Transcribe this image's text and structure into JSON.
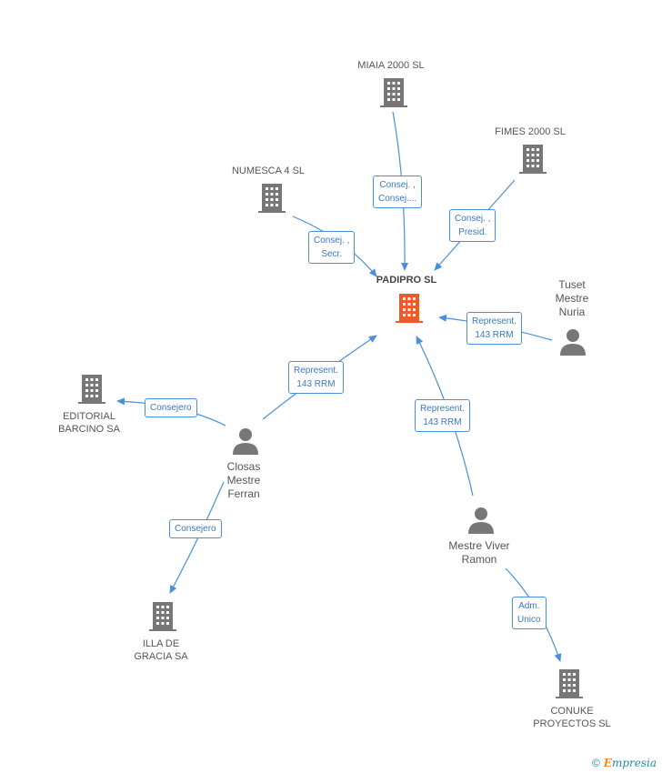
{
  "nodes": {
    "padipro": {
      "label": "PADIPRO SL",
      "type": "company",
      "color": "#f05a28"
    },
    "miaia": {
      "label": "MIAIA 2000 SL",
      "type": "company"
    },
    "fimes": {
      "label": "FIMES 2000 SL",
      "type": "company"
    },
    "numesca": {
      "label": "NUMESCA 4  SL",
      "type": "company"
    },
    "tuset": {
      "label": "Tuset\nMestre\nNuria",
      "type": "person"
    },
    "editorial": {
      "label": "EDITORIAL\nBARCINO SA",
      "type": "company"
    },
    "closas": {
      "label": "Closas\nMestre\nFerran",
      "type": "person"
    },
    "illa": {
      "label": "ILLA DE\nGRACIA SA",
      "type": "company"
    },
    "viver": {
      "label": "Mestre Viver\nRamon",
      "type": "person"
    },
    "conuke": {
      "label": "CONUKE\nPROYECTOS SL",
      "type": "company"
    }
  },
  "edges": {
    "miaia_padipro": "Consej. ,\nConsej....",
    "fimes_padipro": "Consej. ,\nPresid.",
    "numesca_padipro": "Consej. ,\nSecr.",
    "tuset_padipro": "Represent.\n143 RRM",
    "closas_padipro": "Represent.\n143 RRM",
    "viver_padipro": "Represent.\n143 RRM",
    "closas_editorial": "Consejero",
    "closas_illa": "Consejero",
    "viver_conuke": "Adm.\nUnico"
  },
  "footer": {
    "copyright": "©",
    "brand_initial": "E",
    "brand_rest": "mpresia"
  },
  "colors": {
    "node": "#777777",
    "center": "#f05a28",
    "edge": "#4a90d9"
  }
}
